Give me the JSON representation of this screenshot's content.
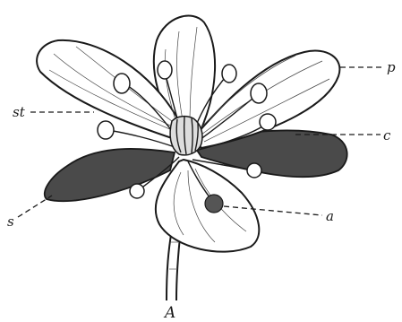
{
  "labels": {
    "petal": "p",
    "stamen": "st",
    "carpel": "c",
    "sepal": "s",
    "anther": "a"
  },
  "caption": "A"
}
